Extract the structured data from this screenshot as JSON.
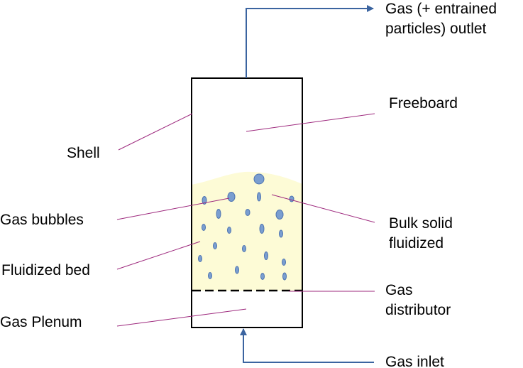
{
  "labels": {
    "outlet_line1": "Gas (+ entrained",
    "outlet_line2": "particles) outlet",
    "freeboard": "Freeboard",
    "shell": "Shell",
    "gas_bubbles": "Gas bubbles",
    "bulk_solid_line1": "Bulk solid",
    "bulk_solid_line2": "fluidized",
    "fluidized_bed": "Fluidized bed",
    "distributor_line1": "Gas",
    "distributor_line2": "distributor",
    "gas_plenum": "Gas Plenum",
    "gas_inlet": "Gas inlet"
  },
  "colors": {
    "flow_arrow": "#3b64a0",
    "leader_line": "#9e2a7e",
    "bed_fill": "#fdfbd6",
    "bubble_fill": "#7a9ed0",
    "bubble_stroke": "#4d73b0",
    "shell_stroke": "#000000"
  }
}
